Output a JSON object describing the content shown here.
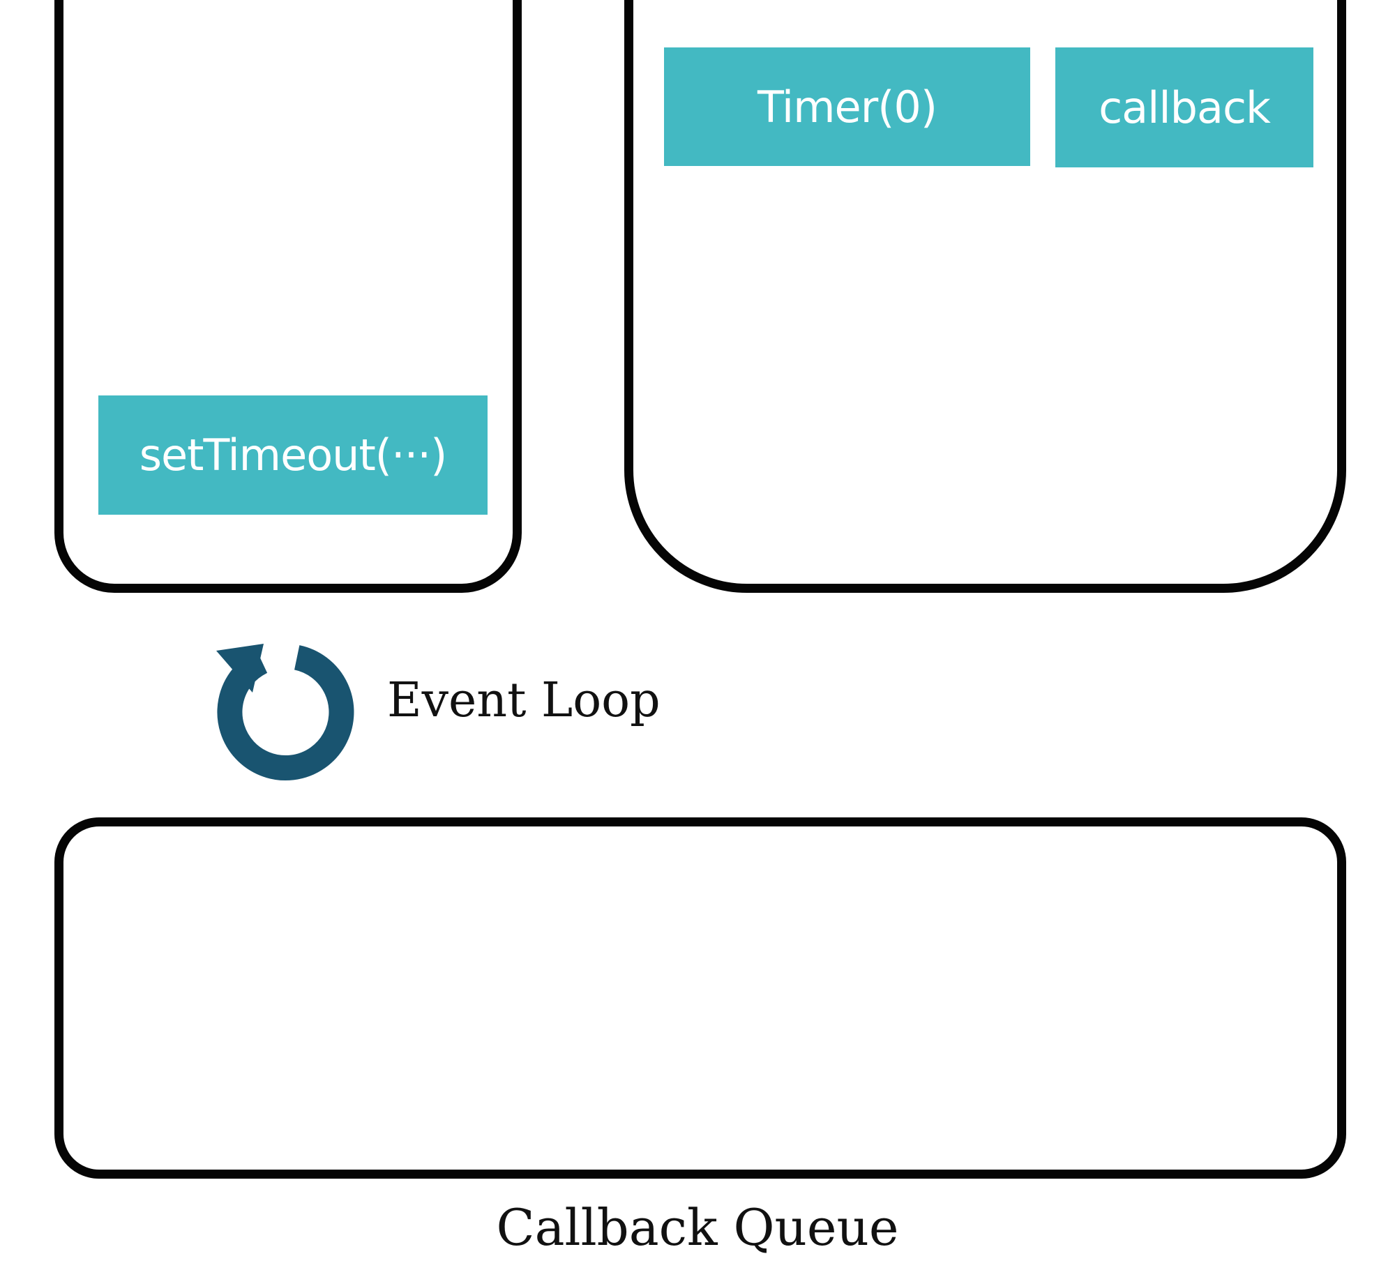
{
  "call_stack": {
    "frames": [
      "setTimeout(···)"
    ]
  },
  "web_apis": {
    "items": [
      "Timer(0)",
      "callback"
    ]
  },
  "event_loop": {
    "label": "Event Loop",
    "icon": "refresh-cycle-icon"
  },
  "callback_queue": {
    "label": "Callback Queue",
    "items": []
  },
  "colors": {
    "box_fill": "#43b9c2",
    "box_text": "#ffffff",
    "loop_icon": "#195470",
    "outline": "#050505"
  }
}
